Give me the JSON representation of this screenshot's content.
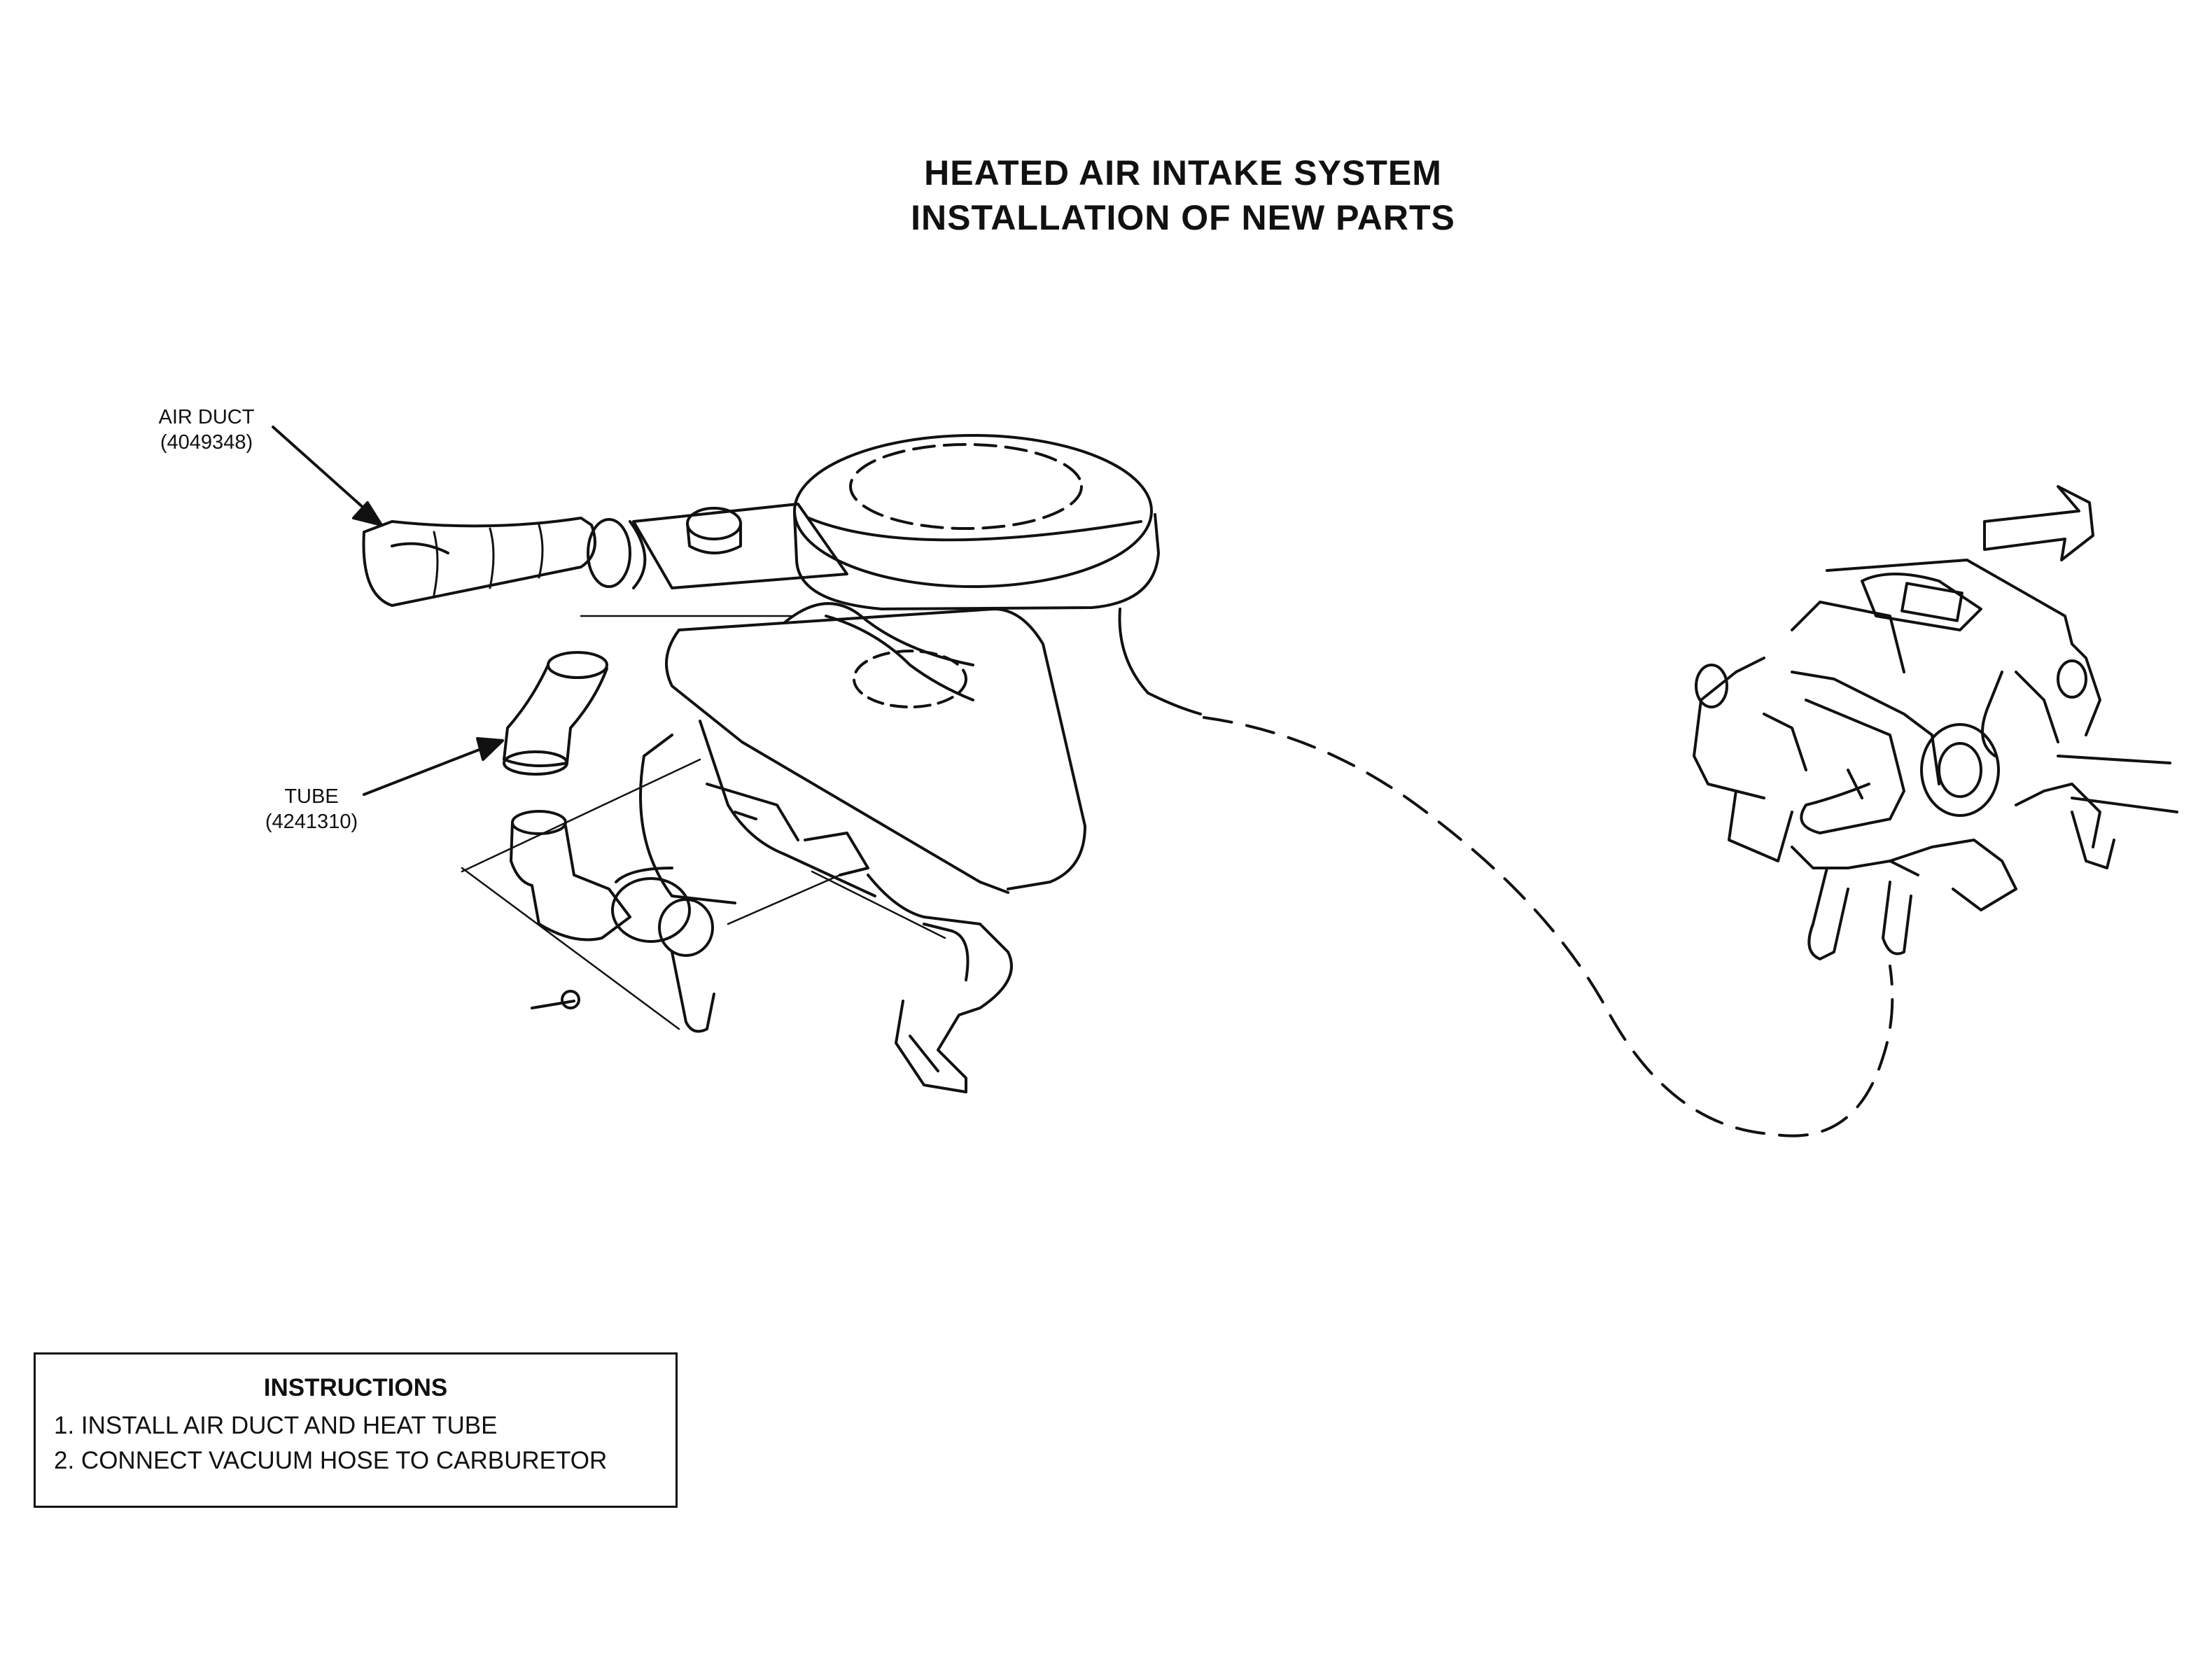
{
  "title": {
    "line1": "HEATED AIR INTAKE SYSTEM",
    "line2": "INSTALLATION OF NEW PARTS"
  },
  "labels": {
    "air_duct": {
      "name": "AIR DUCT",
      "part_number": "(4049348)"
    },
    "tube": {
      "name": "TUBE",
      "part_number": "(4241310)"
    }
  },
  "instructions": {
    "heading": "INSTRUCTIONS",
    "items": [
      "1. INSTALL AIR DUCT AND HEAT TUBE",
      "2. CONNECT VACUUM HOSE TO CARBURETOR"
    ]
  },
  "colors": {
    "ink": "#111111",
    "paper": "#ffffff"
  }
}
